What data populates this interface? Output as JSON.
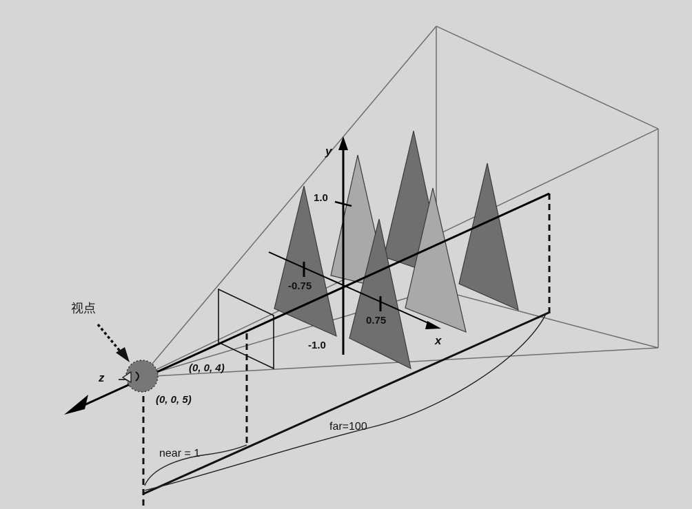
{
  "labels": {
    "viewpoint": "视点",
    "axis_x": "x",
    "axis_y": "y",
    "axis_z": "z",
    "tick_y_pos": "1.0",
    "tick_y_neg": "-1.0",
    "tick_x_neg": "-0.75",
    "tick_x_pos": "0.75",
    "coord_near": "(0, 0, 4)",
    "coord_eye": "(0, 0, 5)",
    "near": "near = 1",
    "far": "far=100"
  },
  "colors": {
    "background": "#d6d6d6",
    "frustum_line": "#6e6e6e",
    "axis": "#000000",
    "triangle_dark": "#6f6f6f",
    "triangle_light": "#a9a9a9",
    "viewpoint_marker": "#777777"
  }
}
